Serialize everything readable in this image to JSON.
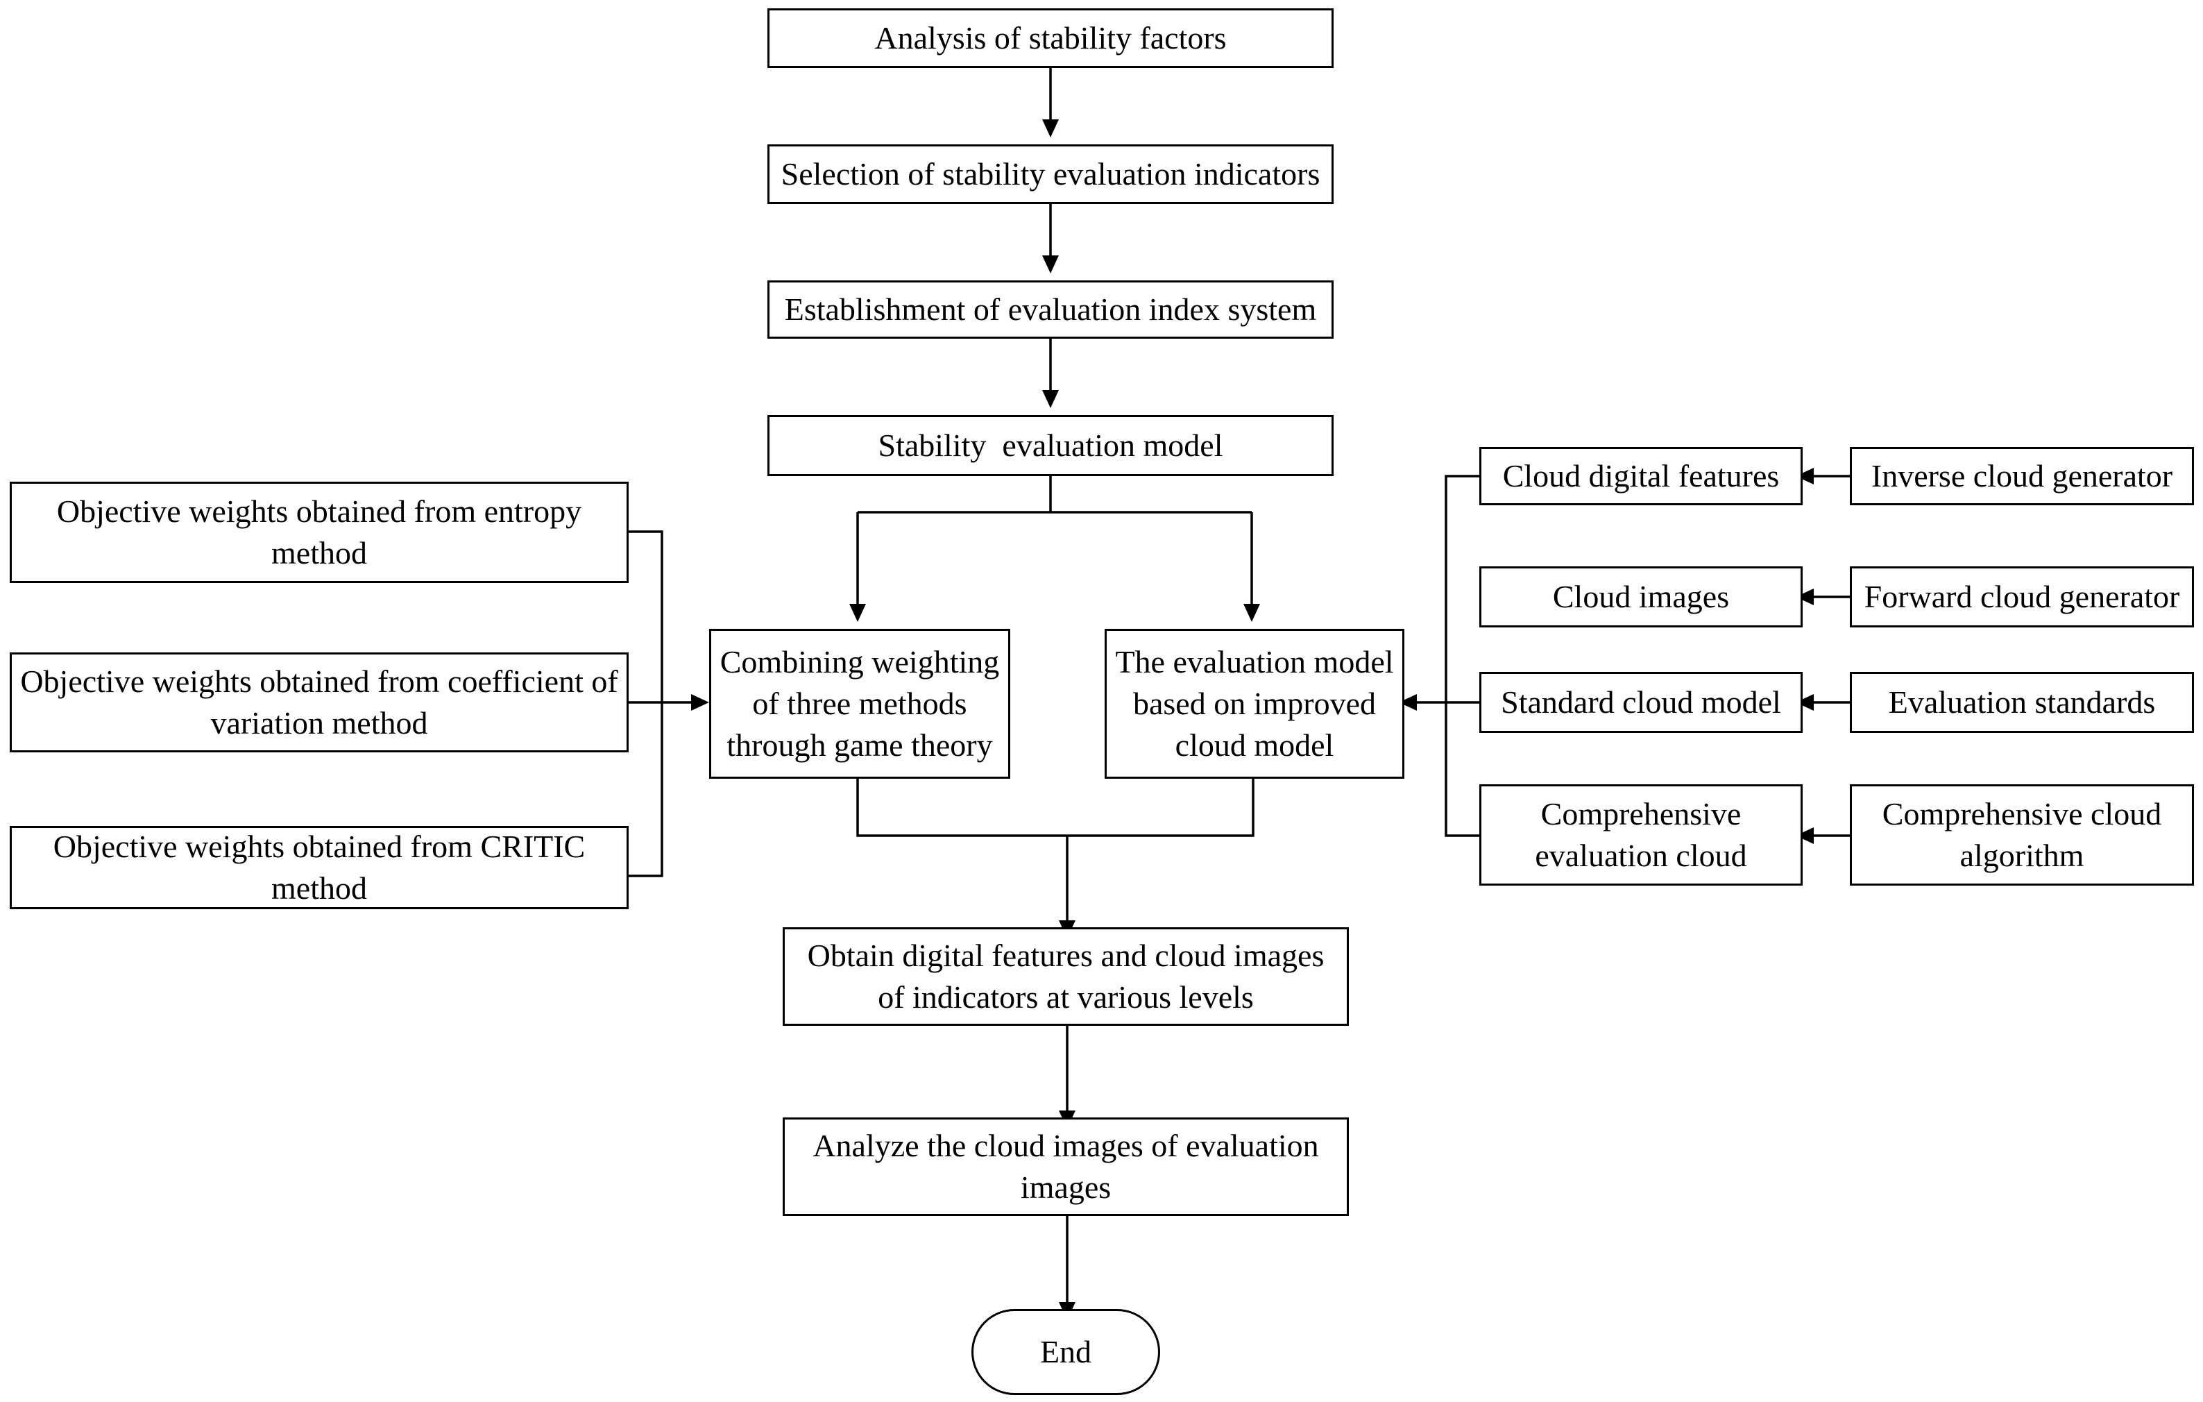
{
  "nodes": {
    "analysis": "Analysis of stability factors",
    "selection": "Selection of stability evaluation indicators",
    "establishment": "Establishment of evaluation index system",
    "stability_model": "Stability  evaluation model",
    "entropy": "Objective weights obtained from entropy method",
    "coefficient": "Objective weights obtained from coefficient of variation method",
    "critic": "Objective weights obtained from CRITIC method",
    "combining": "Combining weighting of three methods through game theory",
    "improved_cloud": "The evaluation model based on improved cloud model",
    "cloud_digital_features": "Cloud digital features",
    "inverse_generator": "Inverse cloud generator",
    "cloud_images": "Cloud images",
    "forward_generator": "Forward cloud generator",
    "standard_cloud_model": "Standard cloud model",
    "evaluation_standards": "Evaluation standards",
    "comprehensive_cloud": "Comprehensive evaluation cloud",
    "comprehensive_algorithm": "Comprehensive cloud algorithm",
    "obtain_features": "Obtain digital features and cloud images of indicators at various levels",
    "analyze_images": "Analyze the cloud images of evaluation images",
    "end": "End"
  }
}
